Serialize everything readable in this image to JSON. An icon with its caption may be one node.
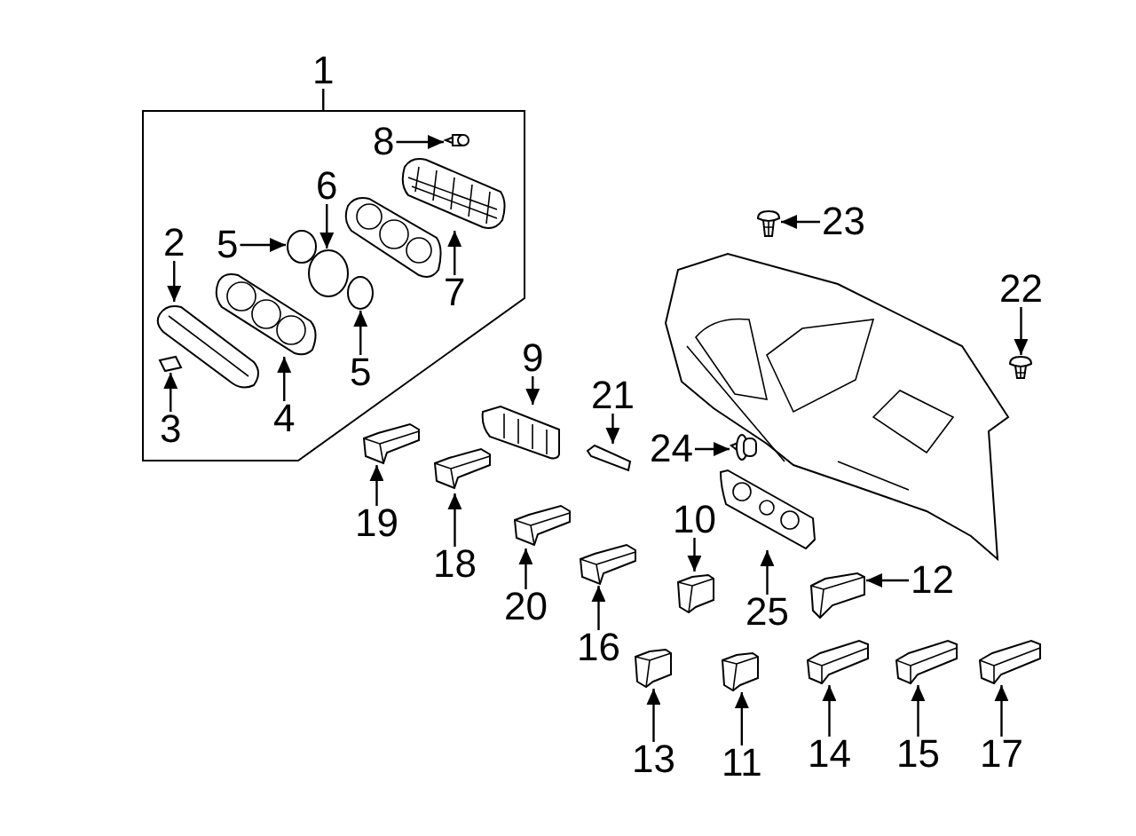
{
  "diagram": {
    "nodes": [
      {
        "text": [
          "1"
        ]
      },
      {
        "text": [],
        "shape": "box"
      },
      {
        "text": [
          "2"
        ],
        "in": 1
      },
      {
        "text": [],
        "shape": "picture",
        "in": 1
      },
      {
        "text": [
          "3"
        ],
        "in": 1
      },
      {
        "text": [],
        "shape": "picture",
        "in": 1
      },
      {
        "text": [
          "4"
        ],
        "in": 1
      },
      {
        "text": [],
        "shape": "picture",
        "in": 1
      },
      {
        "text": [
          "5"
        ],
        "in": 1
      },
      {
        "text": [],
        "shape": "circle",
        "in": 1
      },
      {
        "text": [
          "6"
        ],
        "in": 1
      },
      {
        "text": [],
        "shape": "circle",
        "in": 1
      },
      {
        "text": [
          "5"
        ],
        "in": 1
      },
      {
        "text": [],
        "shape": "circle",
        "in": 1
      },
      {
        "text": [
          "7"
        ],
        "in": 1
      },
      {
        "text": [],
        "shape": "picture",
        "in": 1
      },
      {
        "text": [
          "8"
        ],
        "in": 1
      },
      {
        "text": [],
        "shape": "picture",
        "in": 1
      },
      {
        "text": [
          "9"
        ]
      },
      {
        "text": [],
        "shape": "picture"
      },
      {
        "text": [
          "10"
        ]
      },
      {
        "text": [],
        "shape": "picture"
      },
      {
        "text": [
          "11"
        ]
      },
      {
        "text": [],
        "shape": "picture"
      },
      {
        "text": [
          "12"
        ]
      },
      {
        "text": [],
        "shape": "picture"
      },
      {
        "text": [
          "13"
        ]
      },
      {
        "text": [],
        "shape": "picture"
      },
      {
        "text": [
          "14"
        ]
      },
      {
        "text": [],
        "shape": "picture"
      },
      {
        "text": [
          "15"
        ]
      },
      {
        "text": [],
        "shape": "picture"
      },
      {
        "text": [
          "16"
        ]
      },
      {
        "text": [],
        "shape": "picture"
      },
      {
        "text": [
          "17"
        ]
      },
      {
        "text": [],
        "shape": "picture"
      },
      {
        "text": [
          "18"
        ]
      },
      {
        "text": [],
        "shape": "picture"
      },
      {
        "text": [
          "19"
        ]
      },
      {
        "text": [],
        "shape": "picture"
      },
      {
        "text": [
          "20"
        ]
      },
      {
        "text": [],
        "shape": "picture"
      },
      {
        "text": [
          "21"
        ]
      },
      {
        "text": [],
        "shape": "picture"
      },
      {
        "text": [
          "22"
        ]
      },
      {
        "text": [],
        "shape": "picture"
      },
      {
        "text": [
          "23"
        ]
      },
      {
        "text": [],
        "shape": "picture"
      },
      {
        "text": [
          "24"
        ]
      },
      {
        "text": [],
        "shape": "picture"
      },
      {
        "text": [
          "25"
        ]
      },
      {
        "text": [],
        "shape": "picture"
      }
    ],
    "edges": [
      {
        "from": 0,
        "to": 1,
        "arrow": "none"
      },
      {
        "from": 2,
        "to": 3,
        "arrow": "to"
      },
      {
        "from": 4,
        "to": 5,
        "arrow": "to"
      },
      {
        "from": 6,
        "to": 7,
        "arrow": "to"
      },
      {
        "from": 8,
        "to": 9,
        "arrow": "to"
      },
      {
        "from": 10,
        "to": 11,
        "arrow": "to"
      },
      {
        "from": 12,
        "to": 13,
        "arrow": "to"
      },
      {
        "from": 14,
        "to": 15,
        "arrow": "to"
      },
      {
        "from": 16,
        "to": 17,
        "arrow": "to"
      },
      {
        "from": 18,
        "to": 19,
        "arrow": "to"
      },
      {
        "from": 20,
        "to": 21,
        "arrow": "to"
      },
      {
        "from": 22,
        "to": 23,
        "arrow": "to"
      },
      {
        "from": 24,
        "to": 25,
        "arrow": "to"
      },
      {
        "from": 26,
        "to": 27,
        "arrow": "to"
      },
      {
        "from": 28,
        "to": 29,
        "arrow": "to"
      },
      {
        "from": 30,
        "to": 31,
        "arrow": "to"
      },
      {
        "from": 32,
        "to": 33,
        "arrow": "to"
      },
      {
        "from": 34,
        "to": 35,
        "arrow": "to"
      },
      {
        "from": 36,
        "to": 37,
        "arrow": "to"
      },
      {
        "from": 38,
        "to": 39,
        "arrow": "to"
      },
      {
        "from": 40,
        "to": 41,
        "arrow": "to"
      },
      {
        "from": 42,
        "to": 43,
        "arrow": "to"
      },
      {
        "from": 44,
        "to": 45,
        "arrow": "to"
      },
      {
        "from": 46,
        "to": 47,
        "arrow": "to"
      },
      {
        "from": 48,
        "to": 49,
        "arrow": "to"
      },
      {
        "from": 50,
        "to": 51,
        "arrow": "to"
      }
    ]
  }
}
